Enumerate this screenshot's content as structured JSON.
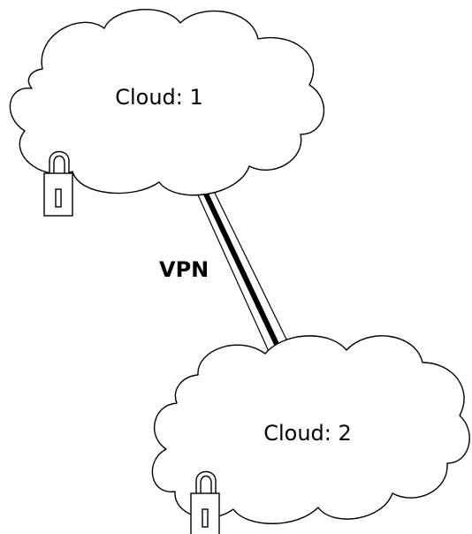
{
  "diagram": {
    "clouds": [
      {
        "label": "Cloud: 1",
        "locked": true
      },
      {
        "label": "Cloud: 2",
        "locked": true
      }
    ],
    "link": {
      "label": "VPN"
    }
  },
  "icons": {
    "lock": "lock-icon",
    "cloud": "cloud-icon"
  },
  "colors": {
    "stroke": "#000000",
    "background": "#ffffff"
  }
}
